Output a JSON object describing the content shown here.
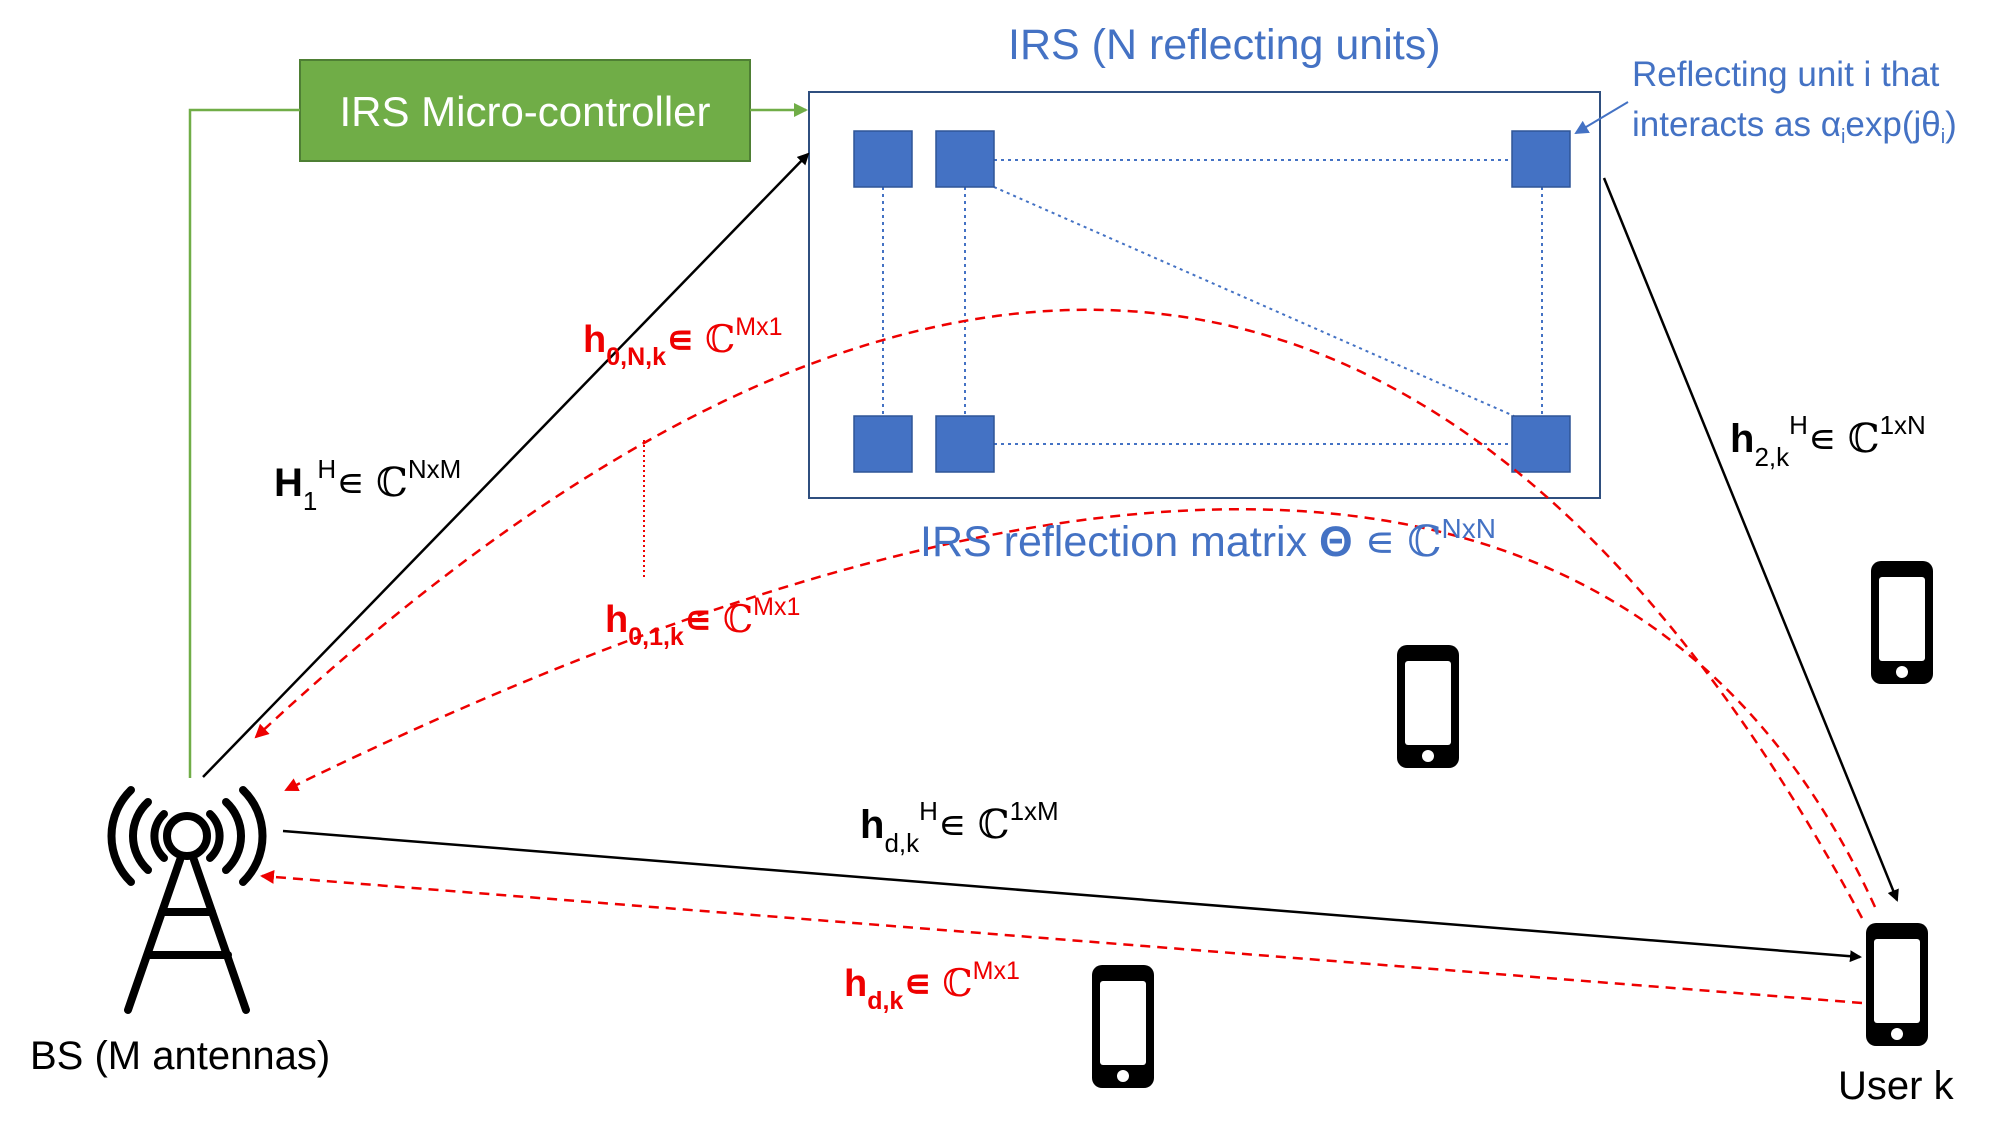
{
  "colors": {
    "controller_fill": "#70ad47",
    "controller_border": "#4e7f34",
    "control_line": "#70ad47",
    "irs_unit": "#4472c4",
    "irs_border": "#2f4f7f",
    "label_blue": "#4472c4",
    "downlink_solid": "#000000",
    "uplink_dashed": "#ee0000"
  },
  "controller": {
    "label": "IRS Micro-controller"
  },
  "irs": {
    "title": "IRS (N reflecting units)",
    "unit_note_line1": "Reflecting unit i that",
    "unit_note_line2_prefix": "interacts as α",
    "unit_note_sub1": "i",
    "unit_note_mid": "exp(jθ",
    "unit_note_sub2": "i",
    "unit_note_end": ")",
    "matrix_label_prefix": "IRS reflection matrix",
    "matrix_symbol": "Θ",
    "matrix_in": "∊",
    "matrix_set": "ℂ",
    "matrix_dim": "NxN"
  },
  "base_station": {
    "label": "BS (M antennas)",
    "icon": "antenna-tower-icon"
  },
  "user": {
    "label": "User k",
    "icon": "smartphone-icon"
  },
  "channels": {
    "H1": {
      "sym": "H",
      "sub": "1",
      "sup": "H",
      "in": "∊",
      "set": "ℂ",
      "dim": "NxM"
    },
    "h2": {
      "sym": "h",
      "sub": "2,k",
      "sup": "H",
      "in": "∊",
      "set": "ℂ",
      "dim": "1xN"
    },
    "hdH": {
      "sym": "h",
      "sub": "d,k",
      "sup": "H",
      "in": "∊",
      "set": "ℂ",
      "dim": "1xM"
    },
    "h0N": {
      "sym": "h",
      "sub": "0,N,k",
      "in": "∊",
      "set": "ℂ",
      "dim": "Mx1"
    },
    "h01": {
      "sym": "h",
      "sub": "0,1,k",
      "in": "∊",
      "set": "ℂ",
      "dim": "Mx1"
    },
    "hd": {
      "sym": "h",
      "sub": "d,k",
      "in": "∊",
      "set": "ℂ",
      "dim": "Mx1"
    }
  }
}
